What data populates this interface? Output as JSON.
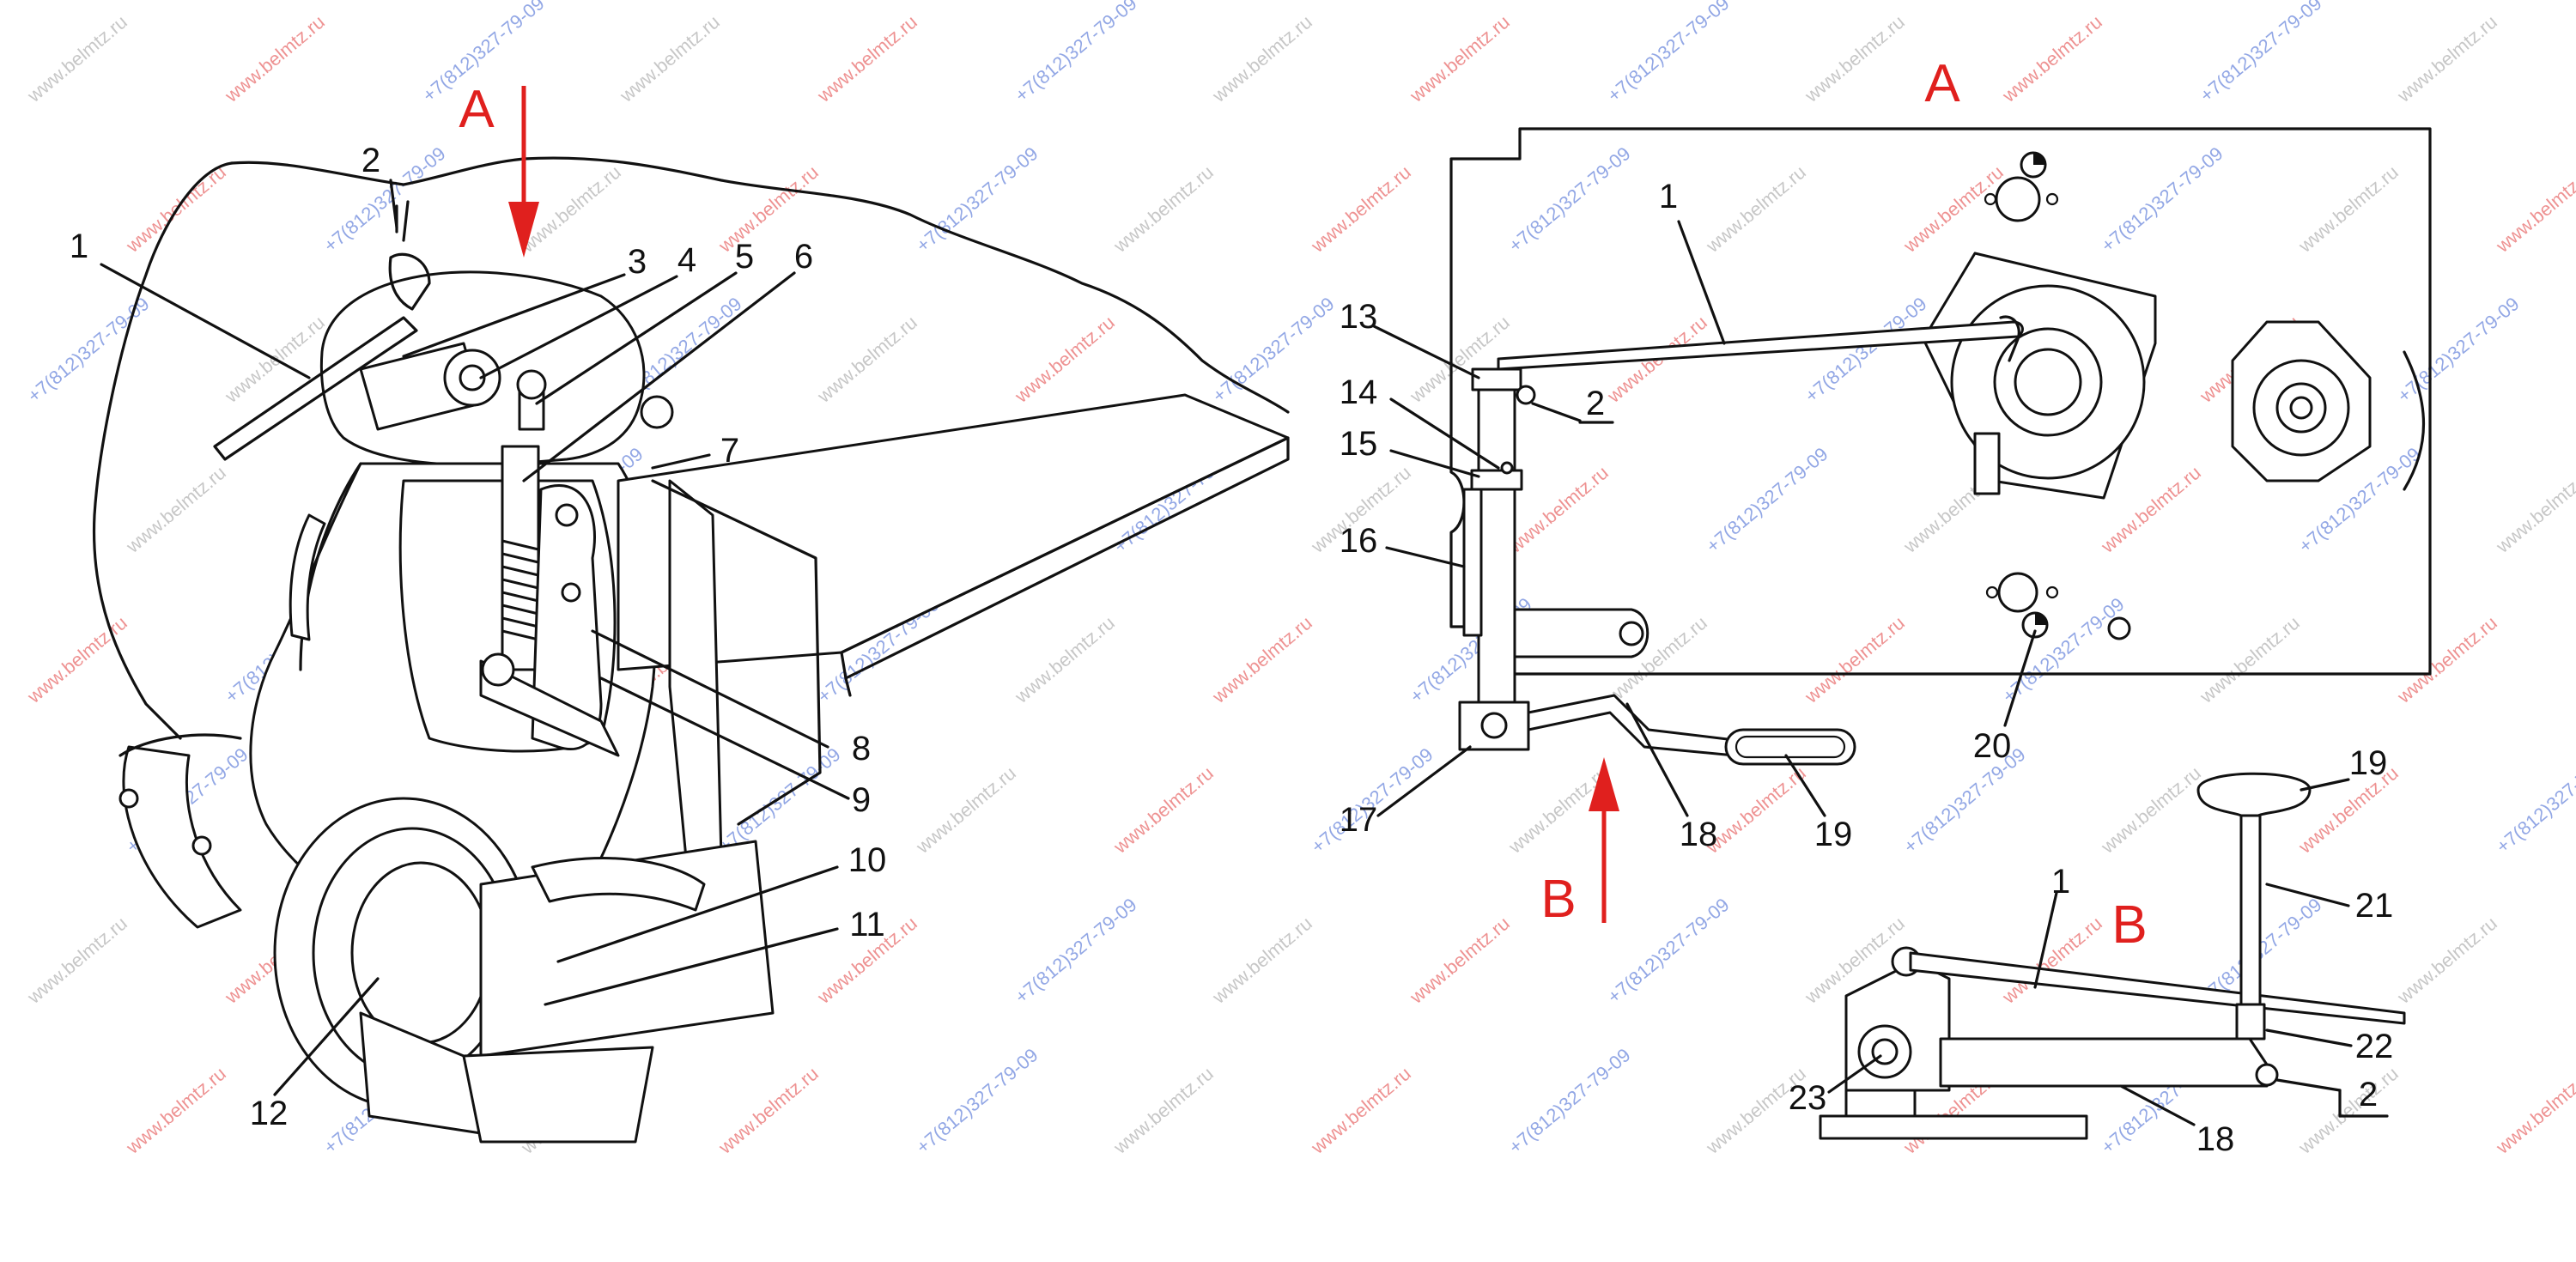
{
  "views": {
    "view_a_left": "A",
    "view_a_right": "A",
    "view_b_arrow": "B",
    "view_b_detail": "B"
  },
  "watermark": {
    "site": "www.belmtz.ru",
    "phone": "+7(812)327-79-09",
    "colors": [
      "#e03a3a",
      "#3a5fd0",
      "#9a9a9a"
    ]
  },
  "arrow_color": "#e0201e",
  "callouts_left": [
    {
      "id": "1",
      "label": "1"
    },
    {
      "id": "2",
      "label": "2"
    },
    {
      "id": "3",
      "label": "3"
    },
    {
      "id": "4",
      "label": "4"
    },
    {
      "id": "5",
      "label": "5"
    },
    {
      "id": "6",
      "label": "6"
    },
    {
      "id": "7",
      "label": "7"
    },
    {
      "id": "8",
      "label": "8"
    },
    {
      "id": "9",
      "label": "9"
    },
    {
      "id": "10",
      "label": "10"
    },
    {
      "id": "11",
      "label": "11"
    },
    {
      "id": "12",
      "label": "12"
    }
  ],
  "callouts_right": [
    {
      "id": "1",
      "label": "1"
    },
    {
      "id": "2",
      "label": "2"
    },
    {
      "id": "13",
      "label": "13"
    },
    {
      "id": "14",
      "label": "14"
    },
    {
      "id": "15",
      "label": "15"
    },
    {
      "id": "16",
      "label": "16"
    },
    {
      "id": "17",
      "label": "17"
    },
    {
      "id": "18",
      "label": "18"
    },
    {
      "id": "19",
      "label": "19"
    },
    {
      "id": "20",
      "label": "20"
    }
  ],
  "callouts_detail": [
    {
      "id": "1",
      "label": "1"
    },
    {
      "id": "19",
      "label": "19"
    },
    {
      "id": "21",
      "label": "21"
    },
    {
      "id": "22",
      "label": "22"
    },
    {
      "id": "2",
      "label": "2"
    },
    {
      "id": "18",
      "label": "18"
    },
    {
      "id": "23",
      "label": "23"
    }
  ]
}
